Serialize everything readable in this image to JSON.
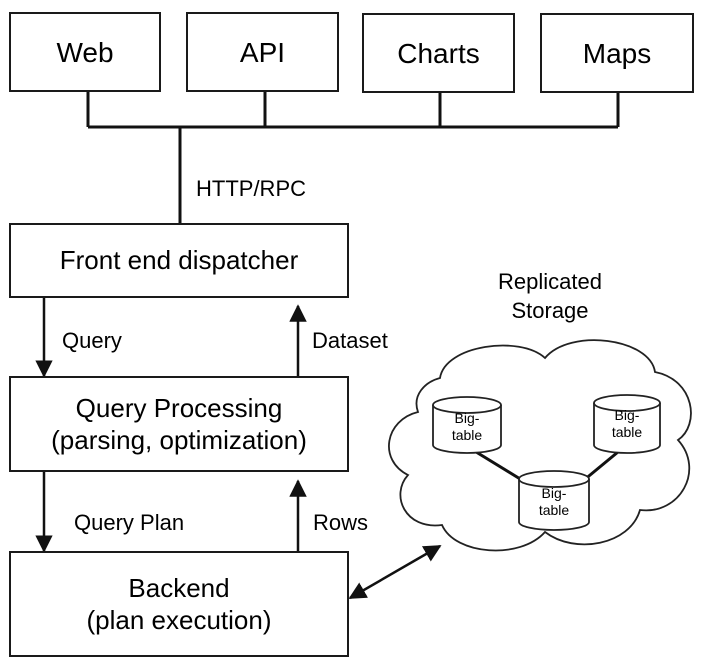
{
  "clients": [
    "Web",
    "API",
    "Charts",
    "Maps"
  ],
  "labels": {
    "transport": "HTTP/RPC",
    "query": "Query",
    "dataset": "Dataset",
    "query_plan": "Query Plan",
    "rows": "Rows"
  },
  "boxes": {
    "dispatcher": "Front end dispatcher",
    "processing_line1": "Query Processing",
    "processing_line2": "(parsing, optimization)",
    "backend_line1": "Backend",
    "backend_line2": "(plan execution)"
  },
  "storage": {
    "title_line1": "Replicated",
    "title_line2": "Storage",
    "tables": [
      {
        "line1": "Big-",
        "line2": "table"
      },
      {
        "line1": "Big-",
        "line2": "table"
      },
      {
        "line1": "Big-",
        "line2": "table"
      }
    ]
  }
}
